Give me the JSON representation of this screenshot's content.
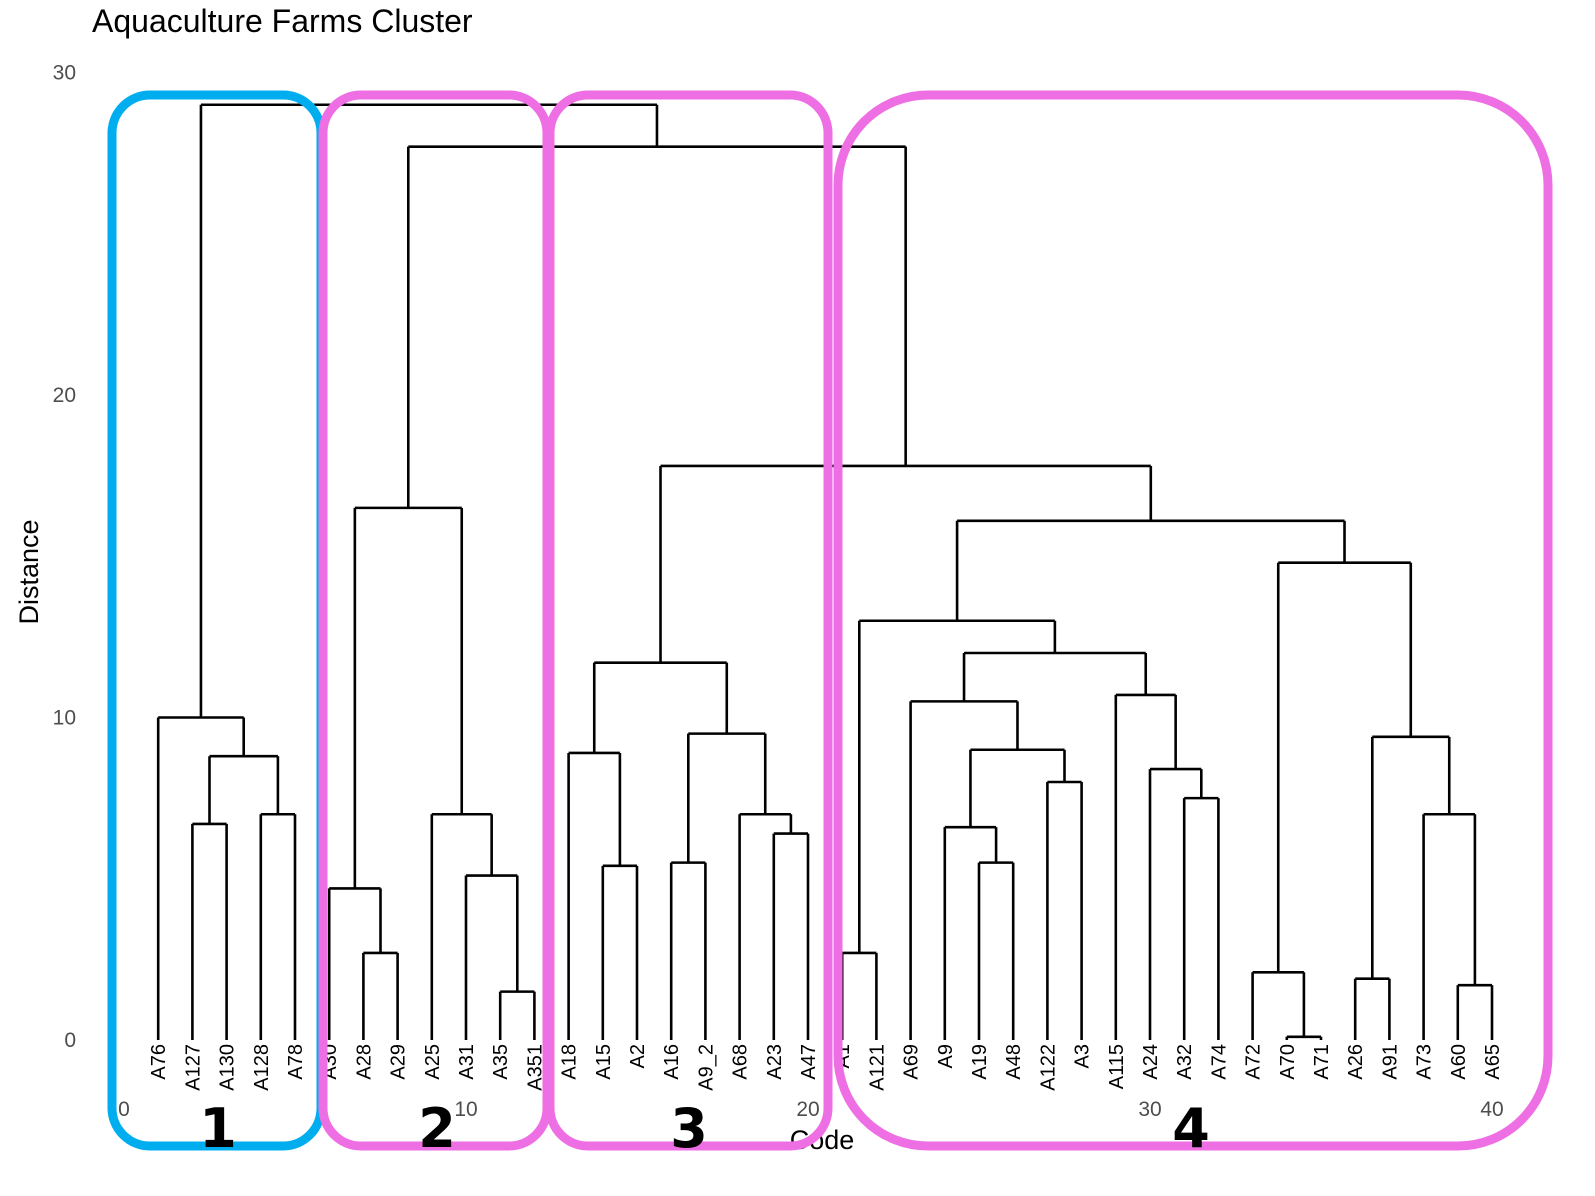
{
  "chart_data": {
    "type": "dendrogram",
    "title": "Aquaculture Farms Cluster",
    "xlabel": "Code",
    "ylabel": "Distance",
    "ylim": [
      0,
      30
    ],
    "y_ticks": [
      "0",
      "10",
      "20",
      "30"
    ],
    "x_ticks": [
      {
        "value": 0,
        "label": "0"
      },
      {
        "value": 10,
        "label": "10"
      },
      {
        "value": 20,
        "label": "20"
      },
      {
        "value": 30,
        "label": "30"
      },
      {
        "value": 40,
        "label": "40"
      }
    ],
    "leaves": [
      "A76",
      "A127",
      "A130",
      "A128",
      "A78",
      "A30",
      "A28",
      "A29",
      "A25",
      "A31",
      "A35",
      "A351",
      "A18",
      "A15",
      "A2",
      "A16",
      "A9_2",
      "A68",
      "A23",
      "A47",
      "A1",
      "A121",
      "A69",
      "A9",
      "A19",
      "A48",
      "A122",
      "A3",
      "A115",
      "A24",
      "A32",
      "A74",
      "A72",
      "A70",
      "A71",
      "A26",
      "A91",
      "A73",
      "A60",
      "A65"
    ],
    "merges": [
      {
        "left": 2,
        "right": 3,
        "height": 6.7
      },
      {
        "left": 4,
        "right": 5,
        "height": 7.0
      },
      {
        "left": 101,
        "right": 102,
        "height": 8.8
      },
      {
        "left": 1,
        "right": 103,
        "height": 10.0
      },
      {
        "left": 7,
        "right": 8,
        "height": 2.7
      },
      {
        "left": 6,
        "right": 105,
        "height": 4.7
      },
      {
        "left": 11,
        "right": 12,
        "height": 1.5
      },
      {
        "left": 10,
        "right": 107,
        "height": 5.1
      },
      {
        "left": 9,
        "right": 108,
        "height": 7.0
      },
      {
        "left": 106,
        "right": 109,
        "height": 16.5
      },
      {
        "left": 14,
        "right": 15,
        "height": 5.4
      },
      {
        "left": 13,
        "right": 111,
        "height": 8.9
      },
      {
        "left": 16,
        "right": 17,
        "height": 5.5
      },
      {
        "left": 19,
        "right": 20,
        "height": 6.4
      },
      {
        "left": 18,
        "right": 114,
        "height": 7.0
      },
      {
        "left": 113,
        "right": 115,
        "height": 9.5
      },
      {
        "left": 112,
        "right": 116,
        "height": 11.7
      },
      {
        "left": 21,
        "right": 22,
        "height": 2.7
      },
      {
        "left": 25,
        "right": 26,
        "height": 5.5
      },
      {
        "left": 24,
        "right": 119,
        "height": 6.6
      },
      {
        "left": 27,
        "right": 28,
        "height": 8.0
      },
      {
        "left": 120,
        "right": 121,
        "height": 9.0
      },
      {
        "left": 23,
        "right": 122,
        "height": 10.5
      },
      {
        "left": 31,
        "right": 32,
        "height": 7.5
      },
      {
        "left": 30,
        "right": 124,
        "height": 8.4
      },
      {
        "left": 29,
        "right": 125,
        "height": 10.7
      },
      {
        "left": 123,
        "right": 126,
        "height": 12.0
      },
      {
        "left": 118,
        "right": 127,
        "height": 13.0
      },
      {
        "left": 34,
        "right": 35,
        "height": 0.1
      },
      {
        "left": 33,
        "right": 129,
        "height": 2.1
      },
      {
        "left": 36,
        "right": 37,
        "height": 1.9
      },
      {
        "left": 39,
        "right": 40,
        "height": 1.7
      },
      {
        "left": 38,
        "right": 132,
        "height": 7.0
      },
      {
        "left": 131,
        "right": 133,
        "height": 9.4
      },
      {
        "left": 130,
        "right": 134,
        "height": 14.8
      },
      {
        "left": 128,
        "right": 135,
        "height": 16.1
      },
      {
        "left": 117,
        "right": 136,
        "height": 17.8
      },
      {
        "left": 110,
        "right": 137,
        "height": 27.7
      },
      {
        "left": 104,
        "right": 138,
        "height": 29.0
      }
    ],
    "clusters": [
      {
        "label": "1",
        "color": "#00aeef"
      },
      {
        "label": "2",
        "color": "#ee6ee4"
      },
      {
        "label": "3",
        "color": "#ee6ee4"
      },
      {
        "label": "4",
        "color": "#ee6ee4"
      }
    ]
  }
}
